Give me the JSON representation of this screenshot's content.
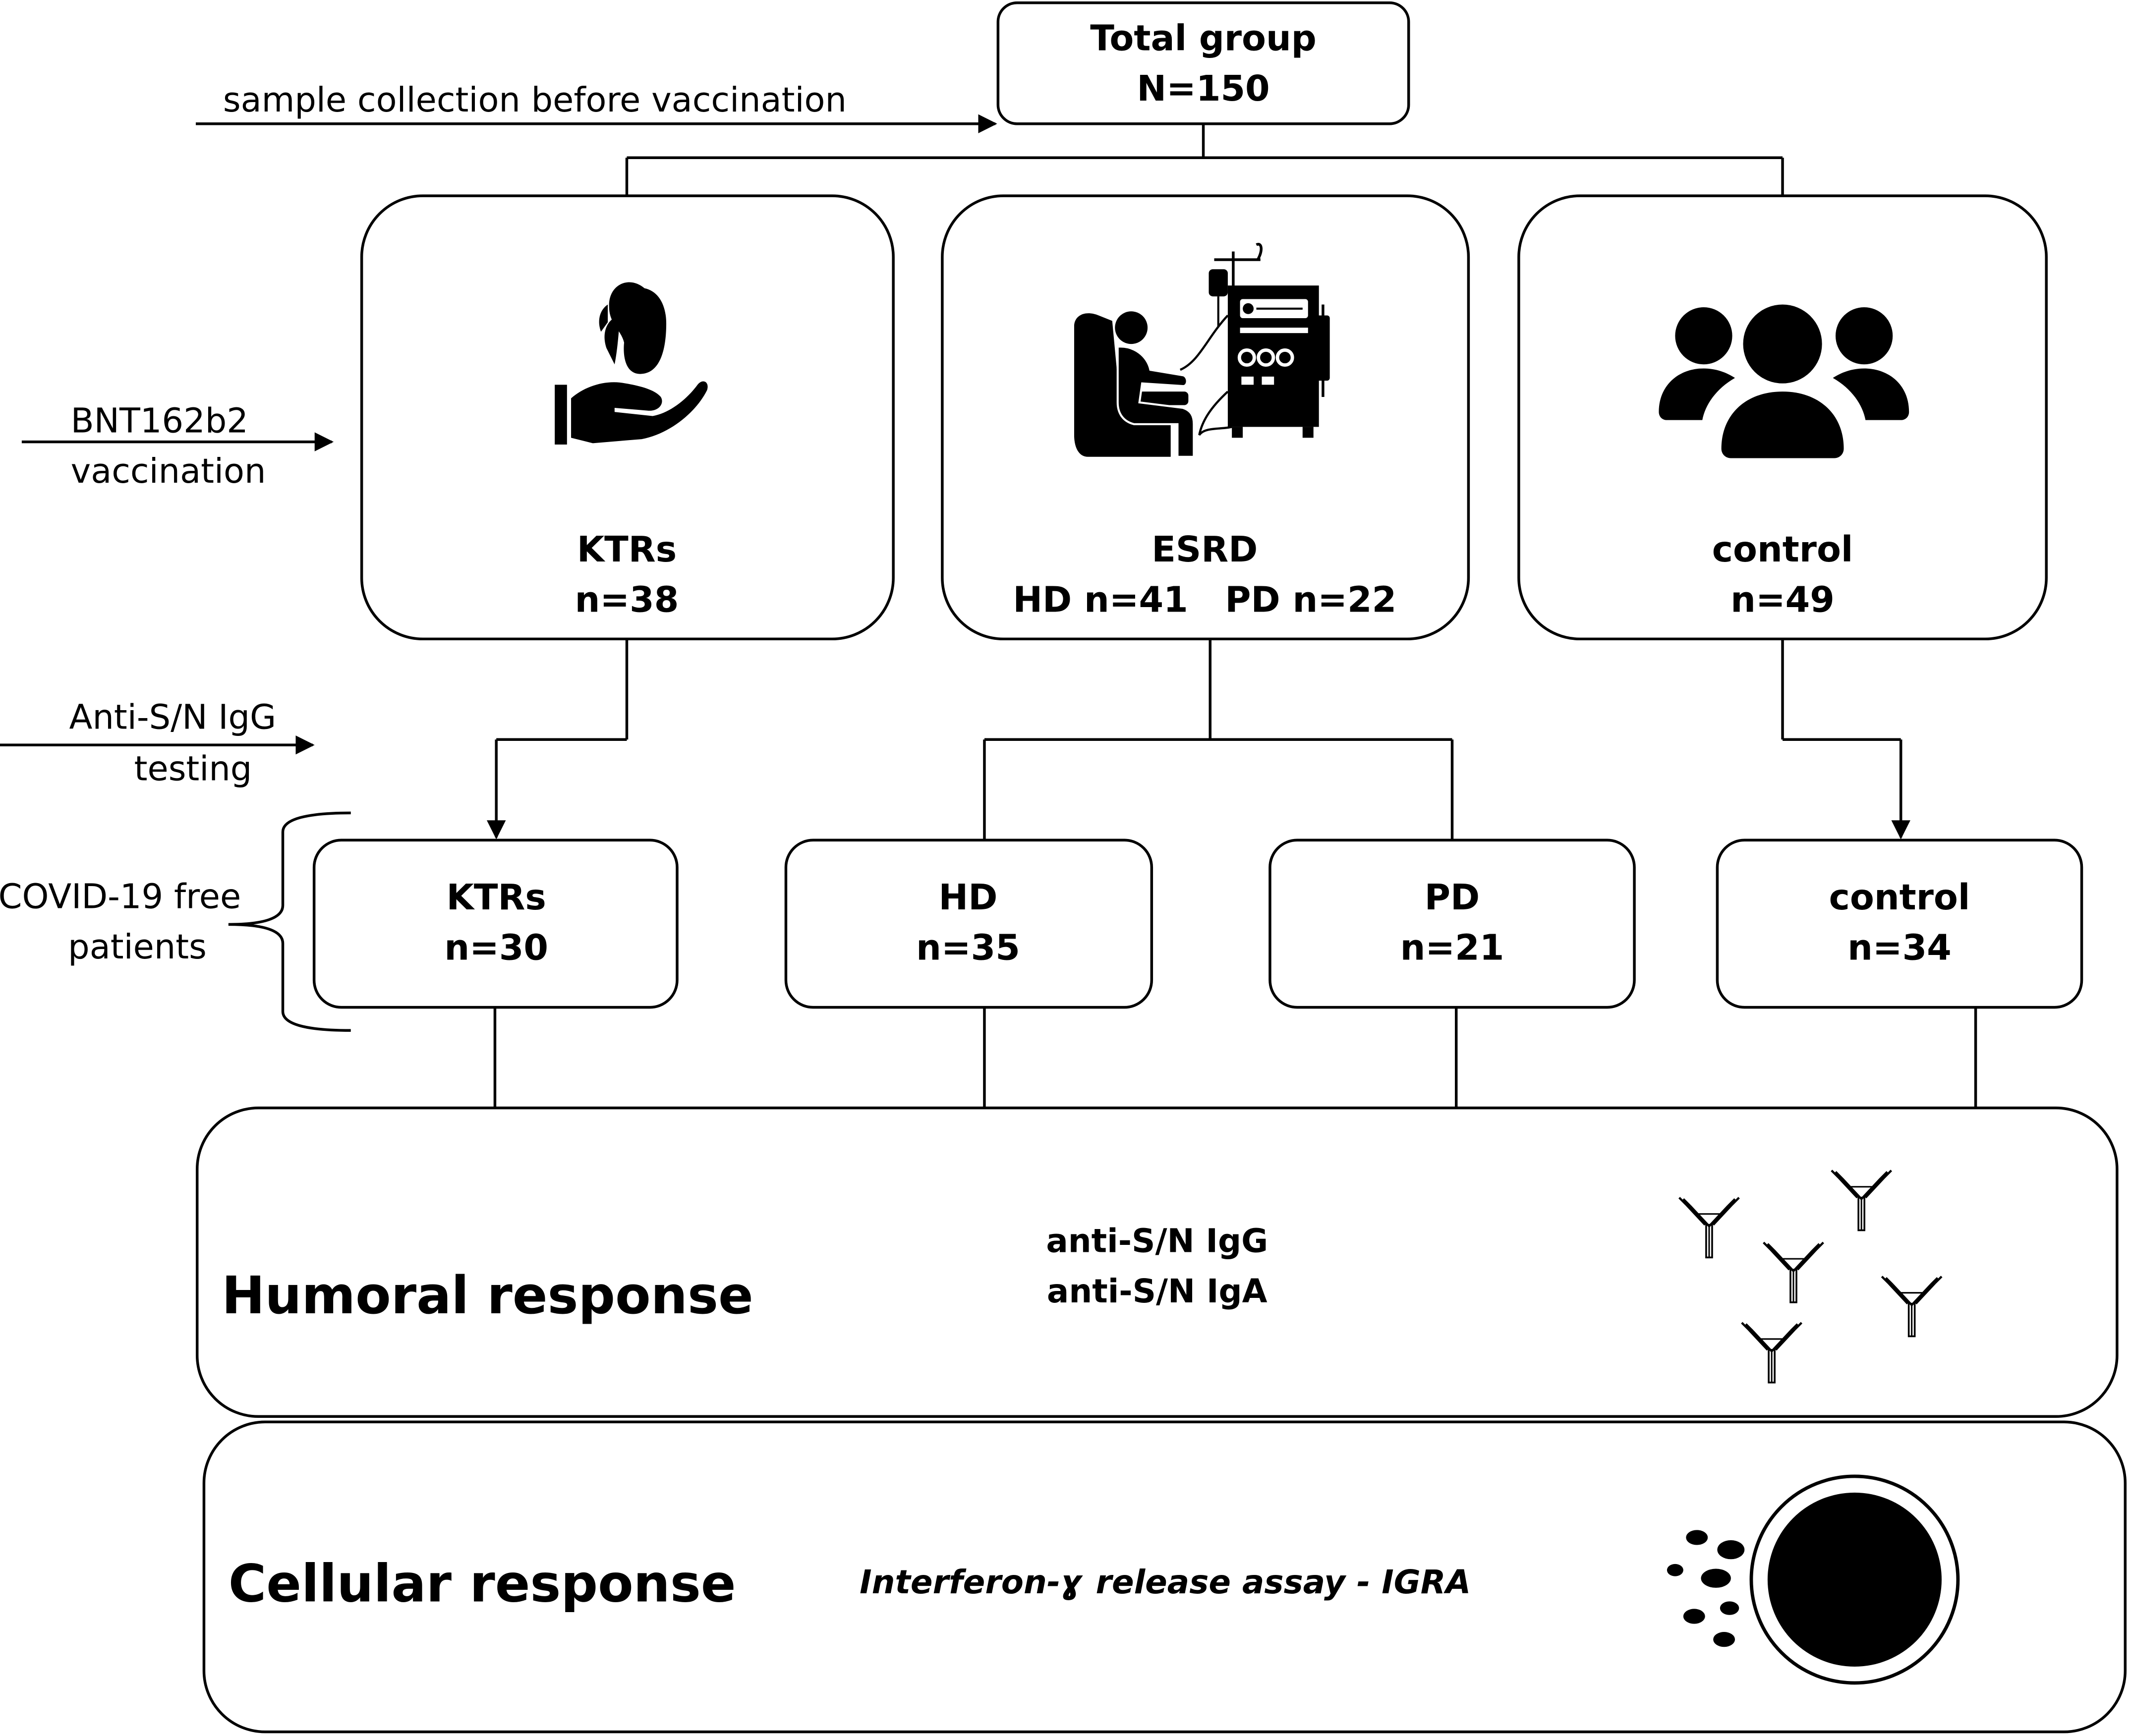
{
  "total": {
    "title": "Total group",
    "count": "N=150"
  },
  "annotations": {
    "sample_collection": "sample collection before vaccination",
    "vaccination_line1": "BNT162b2",
    "vaccination_line2": "vaccination",
    "testing_line1": "Anti-S/N IgG",
    "testing_line2": "testing",
    "covid_free_line1": "COVID-19 free",
    "covid_free_line2": "patients"
  },
  "groups": {
    "ktrs": {
      "label": "KTRs",
      "count": "n=38",
      "icon": "kidney-in-hand-icon"
    },
    "esrd": {
      "label": "ESRD",
      "count": "HD n=41   PD n=22",
      "icon": "dialysis-patient-icon"
    },
    "control": {
      "label": "control",
      "count": "n=49",
      "icon": "people-group-icon"
    }
  },
  "subgroups": {
    "ktrs": {
      "label": "KTRs",
      "count": "n=30"
    },
    "hd": {
      "label": "HD",
      "count": "n=35"
    },
    "pd": {
      "label": "PD",
      "count": "n=21"
    },
    "control": {
      "label": "control",
      "count": "n=34"
    }
  },
  "humoral": {
    "title": "Humoral response",
    "line1": "anti-S/N IgG",
    "line2": "anti-S/N IgA",
    "icon": "antibody-icon"
  },
  "cellular": {
    "title": "Cellular response",
    "assay": "Interferon-ɣ release assay - IGRA",
    "icon": "t-cell-icon"
  },
  "colors": {
    "stroke": "#000000",
    "background": "#ffffff"
  }
}
